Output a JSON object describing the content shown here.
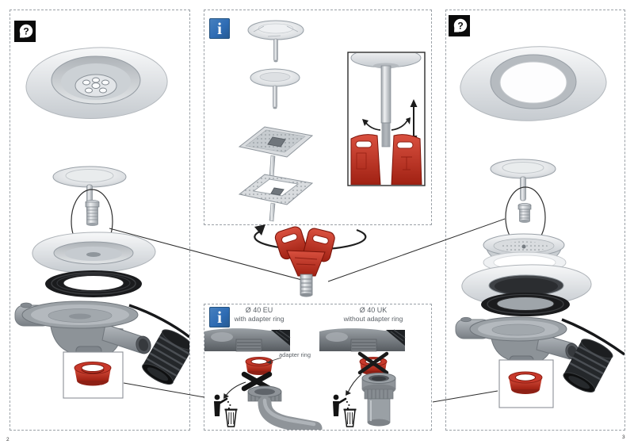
{
  "page": {
    "left_number": "2",
    "right_number": "3"
  },
  "icons": {
    "question": {
      "name": "help-question-icon",
      "glyph": "?"
    },
    "info": {
      "name": "info-icon",
      "glyph": "i"
    }
  },
  "bottom_info": {
    "eu_title": "Ø 40 EU",
    "eu_subtitle": "with adapter ring",
    "uk_title": "Ø 40 UK",
    "uk_subtitle": "without adapter ring",
    "adapter_ring_label": "adapter ring"
  },
  "colors": {
    "info_blue": "#2e6cb4",
    "tool_red": "#c23122",
    "gasket_black": "#1a1b1d",
    "metal_light": "#e8ebed",
    "drain_gray": "#9aa0a5",
    "dashed_border": "#9aa0a6"
  }
}
